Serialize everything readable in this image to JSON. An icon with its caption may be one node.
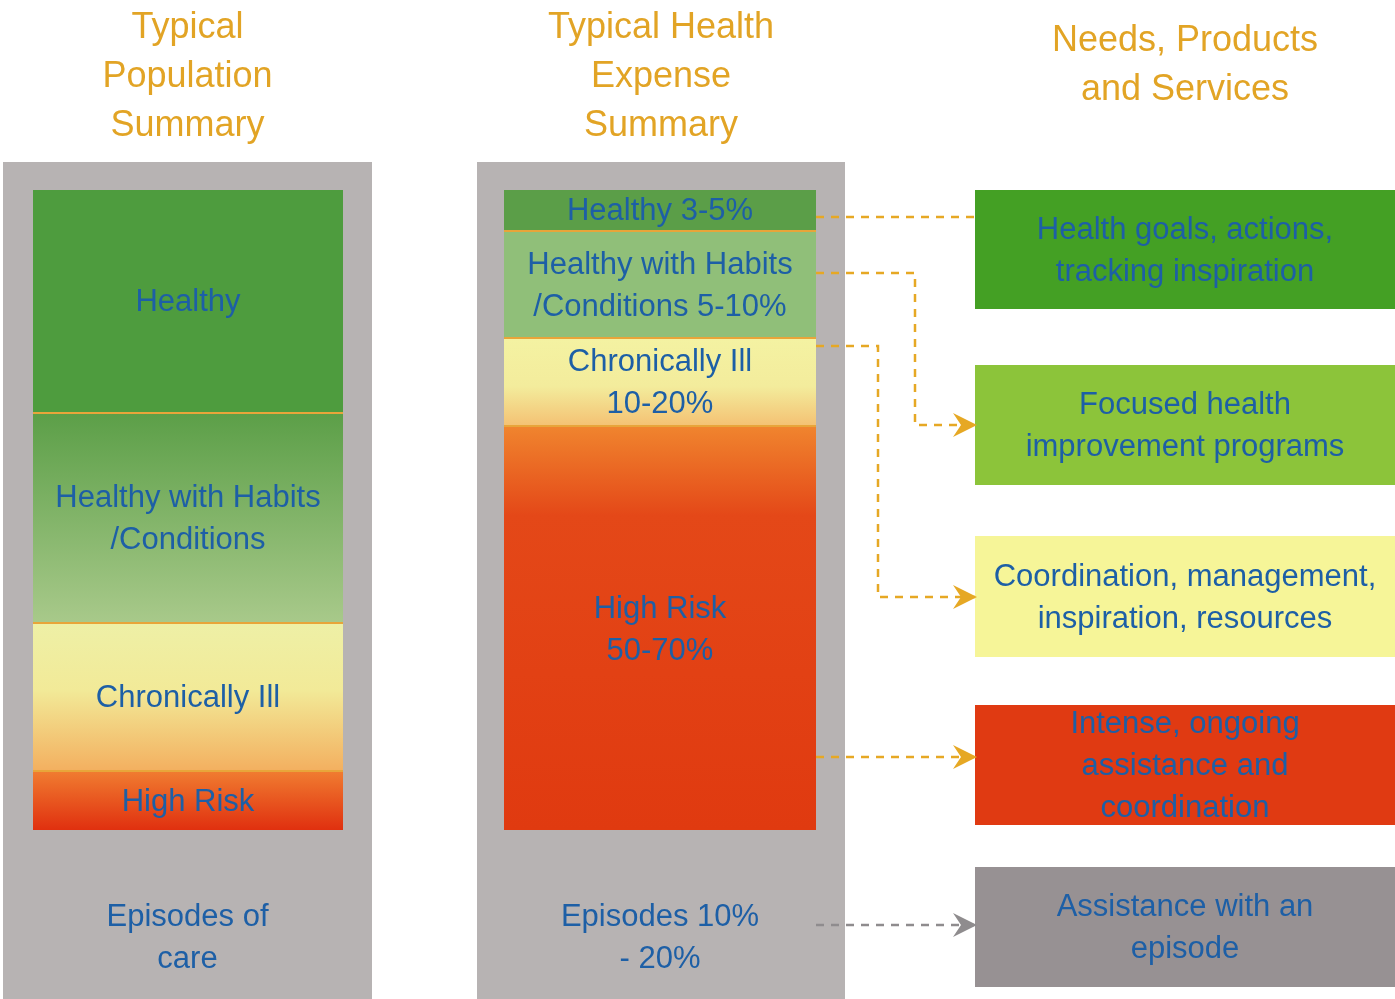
{
  "diagram": {
    "nodes": [
      {
        "text": [
          "Typical Population Summary",
          "Episodes of care"
        ]
      },
      {
        "text": [
          "Healthy"
        ],
        "in": 0
      },
      {
        "text": [
          "Healthy with Habits /Conditions"
        ],
        "in": 0
      },
      {
        "text": [
          "Chronically Ill"
        ],
        "in": 0
      },
      {
        "text": [
          "High Risk"
        ],
        "in": 0
      },
      {
        "text": [
          "Typical Health Expense Summary"
        ]
      },
      {
        "text": [
          "Healthy 3-5%"
        ],
        "in": 5
      },
      {
        "text": [
          "Healthy with Habits /Conditions 5-10%"
        ],
        "in": 5
      },
      {
        "text": [
          "Chronically Ill 10-20%"
        ],
        "in": 5
      },
      {
        "text": [
          "High Risk 50-70%"
        ],
        "in": 5
      },
      {
        "text": [
          "Health goals, actions, tracking inspiration"
        ]
      },
      {
        "text": [
          "Focused health improvement programs"
        ]
      },
      {
        "text": [
          "Coordination, management, inspiration, resources"
        ]
      },
      {
        "text": [
          "Intense, ongoing assistance and coordination"
        ]
      },
      {
        "text": [
          "Assistance with an episode"
        ]
      },
      {
        "text": [
          "Episodes 10% - 20%"
        ],
        "in": 5
      }
    ],
    "edges": [
      {
        "from": 6,
        "to": 10,
        "arrow": "none",
        "style": "dashed"
      },
      {
        "from": 7,
        "to": 11,
        "arrow": "to",
        "style": "dashed"
      },
      {
        "from": 8,
        "to": 12,
        "arrow": "to",
        "style": "dashed"
      },
      {
        "from": 9,
        "to": 13,
        "arrow": "to",
        "style": "dashed"
      },
      {
        "from": 15,
        "to": 14,
        "arrow": "to",
        "style": "dashed",
        "color": "#8f8c8e"
      }
    ],
    "labels": [
      "Needs, Products and Services"
    ]
  }
}
